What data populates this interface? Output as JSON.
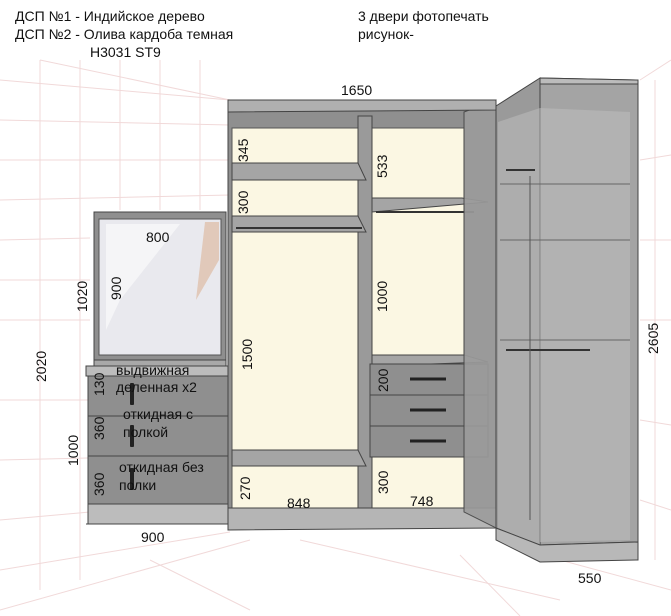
{
  "header": {
    "line1": "ДСП №1 - Индийское дерево",
    "line2": "ДСП №2 - Олива кардоба темная",
    "line3": "Н3031 ST9",
    "note1": "3 двери фотопечать",
    "note2": "рисунок-"
  },
  "dims": {
    "top_width": "1650",
    "mirror_width": "800",
    "mirror_height": "900",
    "dresser_top_height": "1020",
    "total_left_height": "2020",
    "dresser_height": "1000",
    "dresser_width": "900",
    "shelf_345": "345",
    "shelf_300_left": "300",
    "hang_1500": "1500",
    "bottom_270": "270",
    "left_section_848": "848",
    "shelf_533": "533",
    "section_1000": "1000",
    "drawers_200": "200",
    "bottom_300_right": "300",
    "right_section_748": "748",
    "corner_height": "2605",
    "corner_depth": "550",
    "drawer_130": "130",
    "drawer_360_a": "360",
    "drawer_360_b": "360"
  },
  "notes": {
    "drawer1_line1": "выдвижная",
    "drawer1_line2": "деленная х2",
    "drawer2_line1": "откидная с",
    "drawer2_line2": "полкой",
    "drawer3_line1": "откидная без",
    "drawer3_line2": "полки"
  },
  "colors": {
    "body_gray": "#8f8f8f",
    "interior": "#fbf7e3",
    "mirror": "#e8e8ee",
    "grid": "#f0d6d6"
  }
}
